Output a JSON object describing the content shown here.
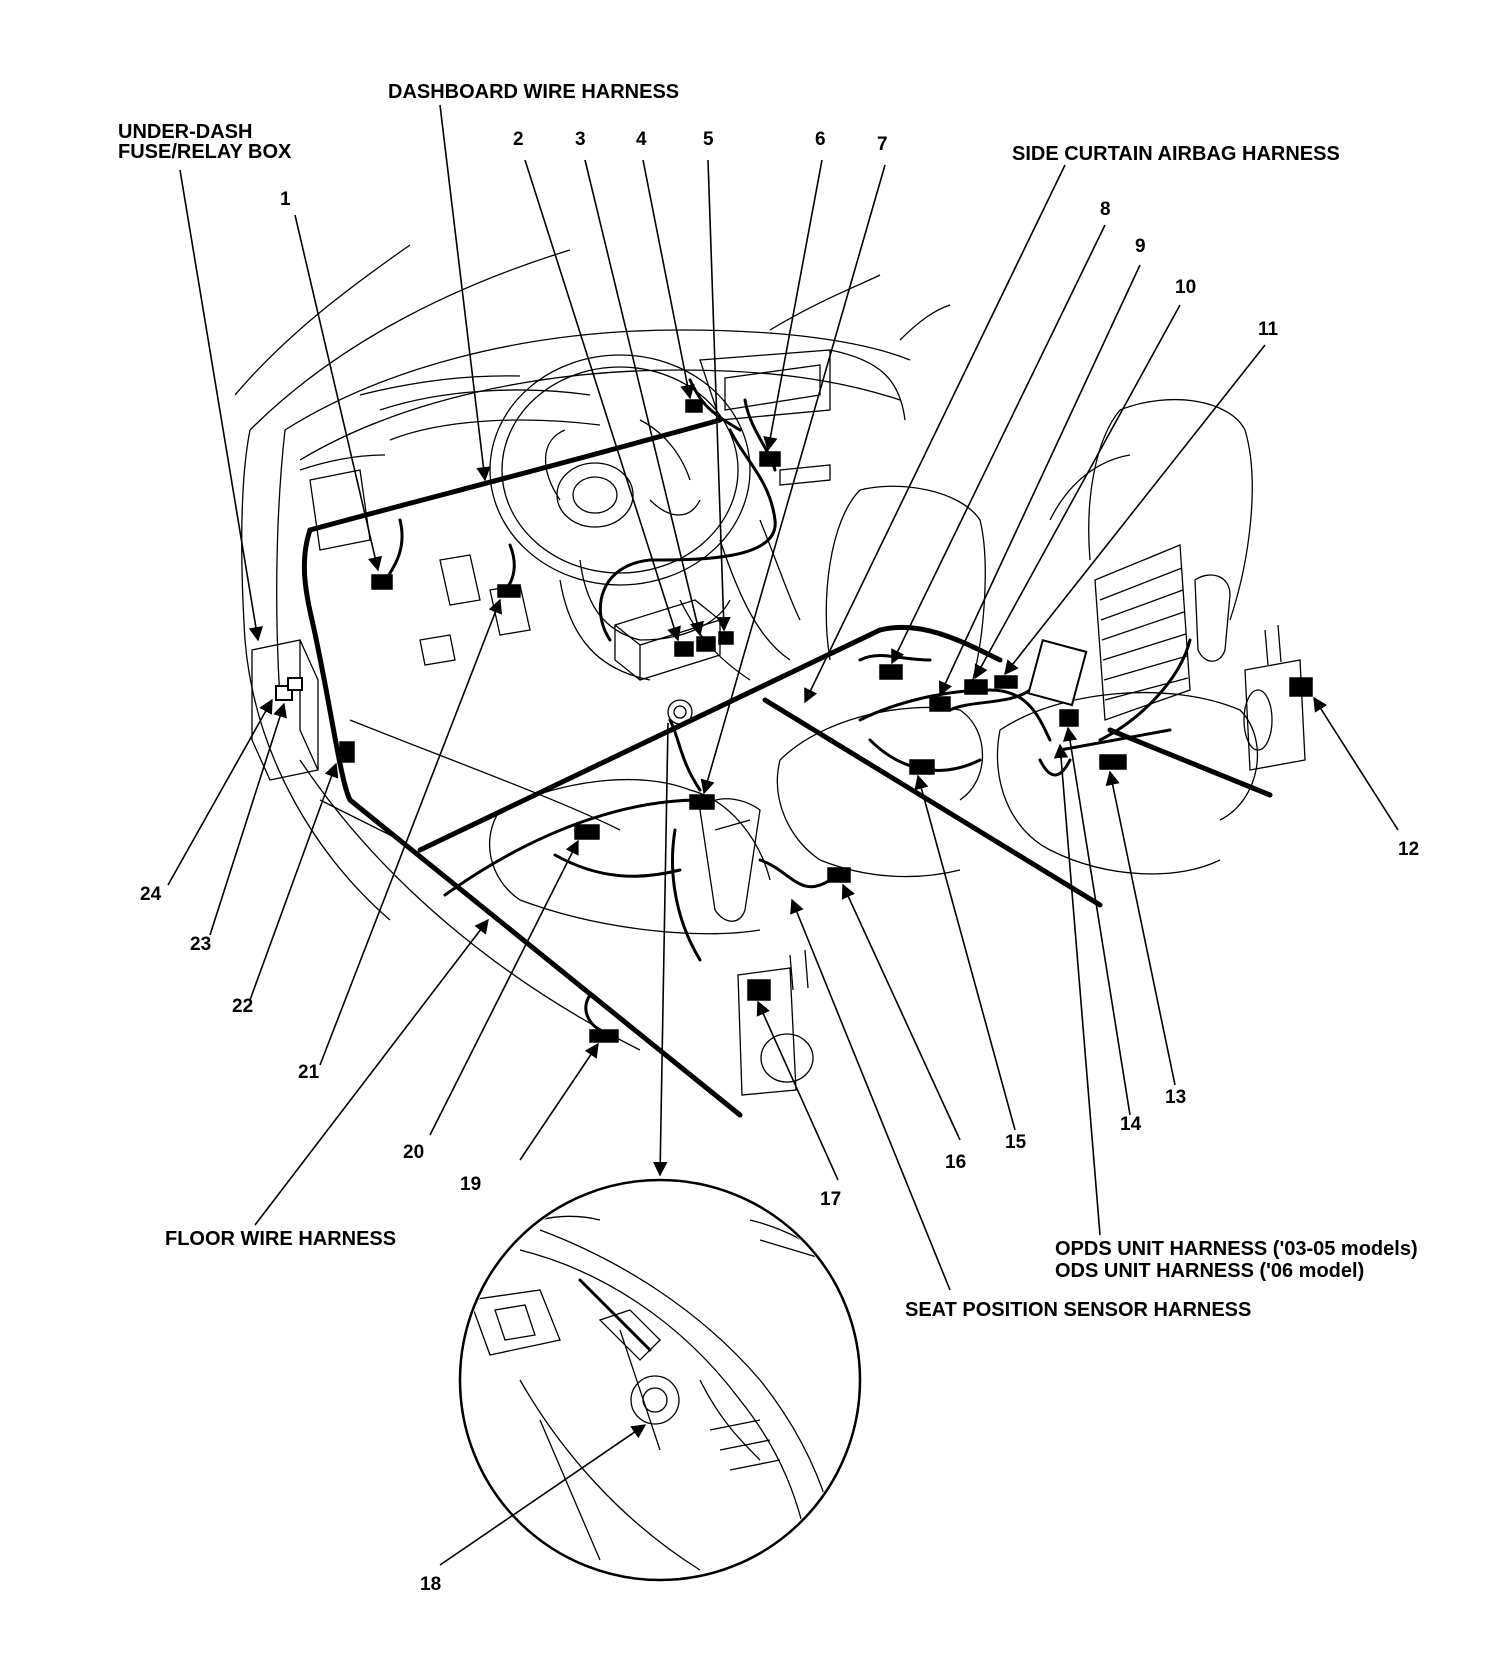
{
  "headings": {
    "under_dash_line1": "UNDER-DASH",
    "under_dash_line2": "FUSE/RELAY BOX",
    "dashboard_harness": "DASHBOARD WIRE HARNESS",
    "side_curtain_harness": "SIDE CURTAIN AIRBAG HARNESS",
    "floor_harness": "FLOOR WIRE HARNESS",
    "opds_harness": "OPDS UNIT HARNESS ('03-05 models)",
    "ods_harness": "ODS UNIT HARNESS ('06 model)",
    "seat_position_harness": "SEAT POSITION SENSOR HARNESS"
  },
  "callouts": [
    "1",
    "2",
    "3",
    "4",
    "5",
    "6",
    "7",
    "8",
    "9",
    "10",
    "11",
    "12",
    "13",
    "14",
    "15",
    "16",
    "17",
    "18",
    "19",
    "20",
    "21",
    "22",
    "23",
    "24"
  ]
}
